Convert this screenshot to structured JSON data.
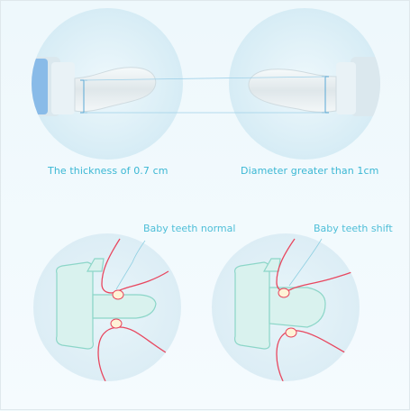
{
  "top_captions": {
    "left": "The thickness of 0.7 cm",
    "right": "Diameter greater than 1cm"
  },
  "bottom_labels": {
    "left": "Baby teeth normal",
    "right": "Baby teeth shift"
  },
  "colors": {
    "accent_text": "#3ab7d4",
    "gum_line": "#e8475f",
    "pacifier_outline": "#8cd6c8",
    "pacifier_fill": "#d9f2ee",
    "circle_bg": "#e3f2f8"
  }
}
